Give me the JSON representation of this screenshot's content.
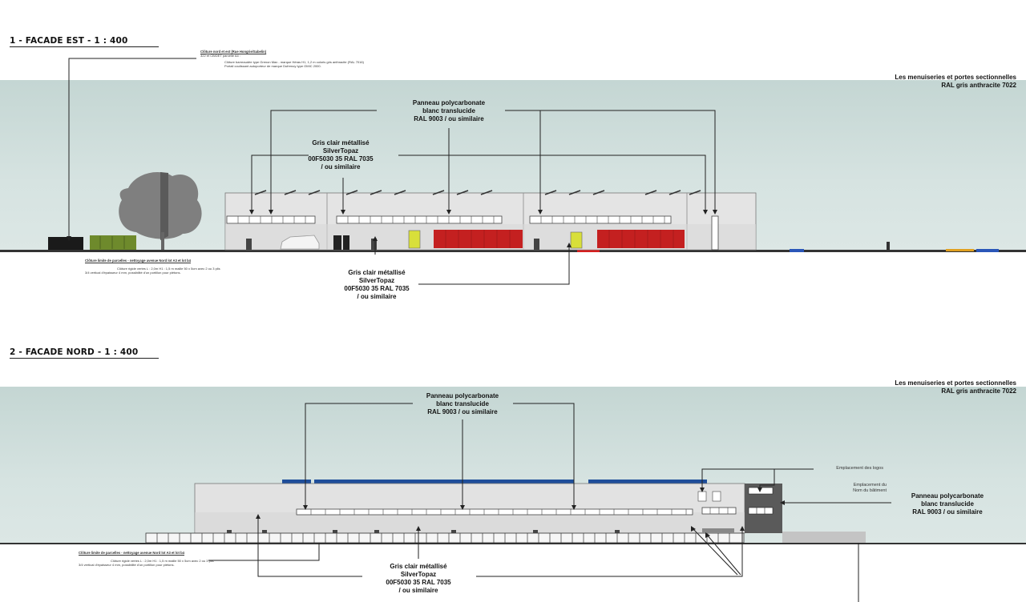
{
  "sections": [
    {
      "title": "1 - FACADE EST    - 1 : 400"
    },
    {
      "title": "2 - FACADE NORD  - 1 : 400"
    }
  ],
  "est": {
    "menuiseries_line1": "Les menuiseries et portes sectionnelles",
    "menuiseries_line2": "RAL gris anthracite 7022",
    "panneau": [
      "Panneau polycarbonate",
      "blanc translucide",
      "RAL 9003 / ou similaire"
    ],
    "gris_top": [
      "Gris clair métallisé",
      "SilverTopaz",
      "00F5030 35 RAL 7035",
      "/ ou similaire"
    ],
    "gris_bottom": [
      "Gris clair métallisé",
      "SilverTopaz",
      "00F5030 35 RAL 7035",
      "/ ou similaire"
    ],
    "cloture_top": {
      "heading": "Clôture nord et est (Rue Hongrie/Sabelin)",
      "sub": "322 et CB/DET parcelle A4 :",
      "line1": "Clôture barreaudée type Grenon Max - marque Héras H1, 1,2 m coloris gris anthracite (RAL 7016)",
      "line2": "Portail coulissant autoporteur de marque Dufrenoy type OMIC 2000."
    },
    "cloture_bottom": {
      "heading": "Clôture limite de parcelles - nettoyage avenue Nord lot A3 et lot b4",
      "line1": "Clôture rigide vertes L : 2,0m H1 : 1,5 m maille 50 x 5cm avec 2 ou 3 plis",
      "line2": "3/4 vertical d'épaisseur 4 mm, possibilité d'un portillon pour piétons."
    }
  },
  "nord": {
    "menuiseries_line1": "Les menuiseries et portes sectionnelles",
    "menuiseries_line2": "RAL gris anthracite 7022",
    "panneau": [
      "Panneau polycarbonate",
      "blanc translucide",
      "RAL 9003 / ou similaire"
    ],
    "panneau_right": [
      "Panneau polycarbonate",
      "blanc translucide",
      "RAL 9003 / ou similaire"
    ],
    "gris": [
      "Gris clair métallisé",
      "SilverTopaz",
      "00F5030 35 RAL 7035",
      "/ ou similaire"
    ],
    "logos": "Emplacement des logos",
    "nom_line1": "Emplacement du",
    "nom_line2": "Nom du bâtiment",
    "cloture": {
      "heading": "Clôture limite de parcelles - nettoyage avenue Nord lot A3 et lot b4",
      "line1": "Clôture rigide vertes L : 2,0m H1 : 1,5 m maille 50 x 5cm avec 2 ou 3 plis",
      "line2": "3/4 vertical d'épaisseur 4 mm, possibilité d'un portillon pour piétons."
    }
  },
  "colors": {
    "sky": "#cfdedc",
    "cladding": "#e4e4e4",
    "red_doors": "#c42020",
    "blue_roof": "#1f4e9a",
    "dark_tower": "#555555"
  }
}
